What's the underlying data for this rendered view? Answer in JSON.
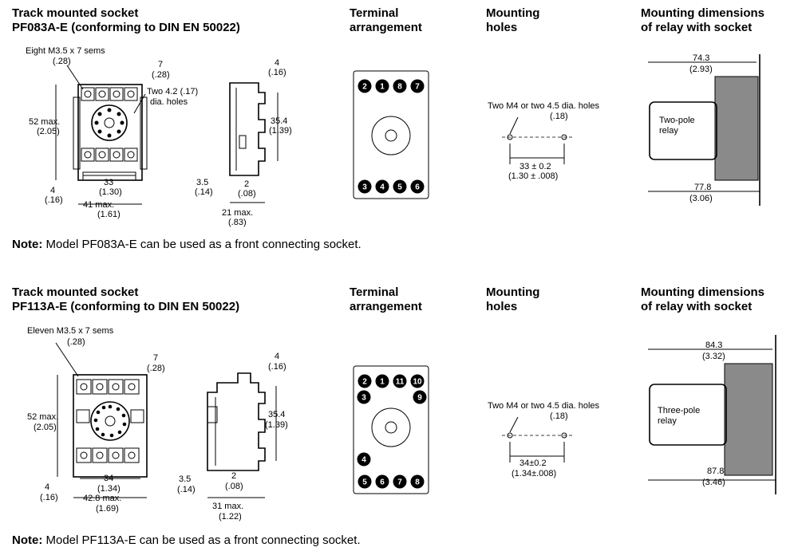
{
  "sections": [
    {
      "id": "pf083",
      "headers": {
        "socket_title_line1": "Track mounted socket",
        "socket_title_line2": "PF083A-E (conforming to DIN EN 50022)",
        "terminal_line1": "Terminal",
        "terminal_line2": "arrangement",
        "holes_line1": "Mounting",
        "holes_line2": "holes",
        "dims_line1": "Mounting dimensions",
        "dims_line2": "of relay with socket"
      },
      "front": {
        "screw_label": "Eight M3.5 x 7 sems",
        "screw_label_in": "(.28)",
        "top_dim": "7",
        "top_dim_in": "(.28)",
        "holes_label": "Two 4.2 (.17)",
        "holes_label2": "dia. holes",
        "height": "52 max.",
        "height_in": "(2.05)",
        "inner_width": "33",
        "inner_width_in": "(1.30)",
        "bottom": "4",
        "bottom_in": "(.16)",
        "width": "41 max.",
        "width_in": "(1.61)"
      },
      "side": {
        "top": "4",
        "top_in": "(.16)",
        "height": "35.4",
        "height_in": "(1.39)",
        "left": "3.5",
        "left_in": "(.14)",
        "right": "2",
        "right_in": "(.08)",
        "depth": "21 max.",
        "depth_in": "(.83)"
      },
      "terminal": {
        "top": [
          "2",
          "1",
          "8",
          "7"
        ],
        "bottom": [
          "3",
          "4",
          "5",
          "6"
        ],
        "left": [],
        "right": []
      },
      "holes": {
        "label": "Two M4 or two 4.5 dia. holes",
        "label_in": "(.18)",
        "dim": "33 ± 0.2",
        "dim_in": "(1.30 ± .008)"
      },
      "dims": {
        "top": "74.3",
        "top_in": "(2.93)",
        "relay": "Two-pole",
        "relay2": "relay",
        "bottom": "77.8",
        "bottom_in": "(3.06)"
      },
      "note_bold": "Note:",
      "note_text": " Model PF083A-E can be used as a front connecting socket."
    },
    {
      "id": "pf113",
      "headers": {
        "socket_title_line1": "Track mounted socket",
        "socket_title_line2": "PF113A-E (conforming to DIN EN 50022)",
        "terminal_line1": "Terminal",
        "terminal_line2": "arrangement",
        "holes_line1": "Mounting",
        "holes_line2": "holes",
        "dims_line1": "Mounting dimensions",
        "dims_line2": "of relay with socket"
      },
      "front": {
        "screw_label": "Eleven M3.5 x 7 sems",
        "screw_label_in": "(.28)",
        "top_dim": "7",
        "top_dim_in": "(.28)",
        "holes_label": "",
        "holes_label2": "",
        "height": "52 max.",
        "height_in": "(2.05)",
        "inner_width": "34",
        "inner_width_in": "(1.34)",
        "bottom": "4",
        "bottom_in": "(.16)",
        "width": "42.8 max.",
        "width_in": "(1.69)"
      },
      "side": {
        "top": "4",
        "top_in": "(.16)",
        "height": "35.4",
        "height_in": "(1.39)",
        "left": "3.5",
        "left_in": "(.14)",
        "right": "2",
        "right_in": "(.08)",
        "depth": "31 max.",
        "depth_in": "(1.22)"
      },
      "terminal": {
        "top": [
          "2",
          "1",
          "11",
          "10"
        ],
        "bottom": [
          "5",
          "6",
          "7",
          "8"
        ],
        "left": [
          "3",
          "4"
        ],
        "right": [
          "9"
        ]
      },
      "holes": {
        "label": "Two M4 or two 4.5 dia. holes",
        "label_in": "(.18)",
        "dim": "34±0.2",
        "dim_in": "(1.34±.008)"
      },
      "dims": {
        "top": "84.3",
        "top_in": "(3.32)",
        "relay": "Three-pole",
        "relay2": "relay",
        "bottom": "87.8",
        "bottom_in": "(3.46)"
      },
      "note_bold": "Note:",
      "note_text": " Model PF113A-E can be used as a front connecting socket."
    }
  ]
}
